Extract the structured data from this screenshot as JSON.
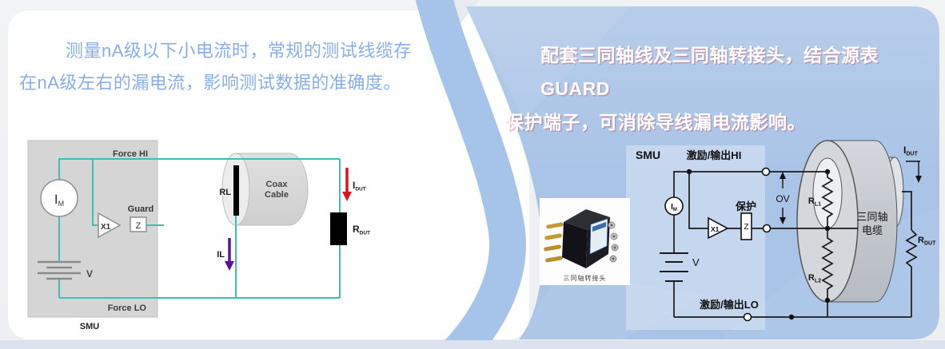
{
  "left_panel": {
    "text_lines": [
      "测量nA级以下小电流时，常规的测试线缆存",
      "在nA级左右的漏电流，影响测试数据的准确度。"
    ],
    "diagram": {
      "smu": "SMU",
      "force_hi": "Force HI",
      "force_lo": "Force LO",
      "guard": "Guard",
      "x1": "X1",
      "z": "Z",
      "im_main": "I",
      "im_sub": "M",
      "v": "V",
      "rl": "RL",
      "coax_line1": "Coax",
      "coax_line2": "Cable",
      "il": "IL",
      "idut_main": "I",
      "idut_sub": "DUT",
      "rdut_main": "R",
      "rdut_sub": "DUT"
    }
  },
  "right_panel": {
    "text_lines": [
      "配套三同轴线及三同轴转接头，结合源表GUARD",
      "保护端子，可消除导线漏电流影响。"
    ],
    "adapter": {
      "caption": "三同轴转接头"
    },
    "diagram": {
      "smu": "SMU",
      "output_hi": "激励/输出HI",
      "output_lo": "激励/输出LO",
      "protect": "保护",
      "x1": "X1",
      "z": "Z",
      "im_main": "I",
      "im_sub": "M",
      "v": "V",
      "ov": "OV",
      "rl1_main": "R",
      "rl1_sub": "L1",
      "rl2_main": "R",
      "rl2_sub": "L2",
      "rdut_main": "R",
      "rdut_sub": "DUT",
      "idut_main": "I",
      "idut_sub": "DUT",
      "cable_line1": "三同轴",
      "cable_line2": "电缆"
    }
  },
  "colors": {
    "left_text": "#88aee9",
    "right_text": "#ffffff",
    "panel_blue": "#aec7e8",
    "stripe_blue": "#a6c4e9",
    "wire_teal": "#3ebcb6",
    "arrow_red": "#e11220",
    "arrow_purple": "#5b10a8",
    "diagram_wire": "#1a1a1a",
    "footer": "#dce3ee"
  }
}
